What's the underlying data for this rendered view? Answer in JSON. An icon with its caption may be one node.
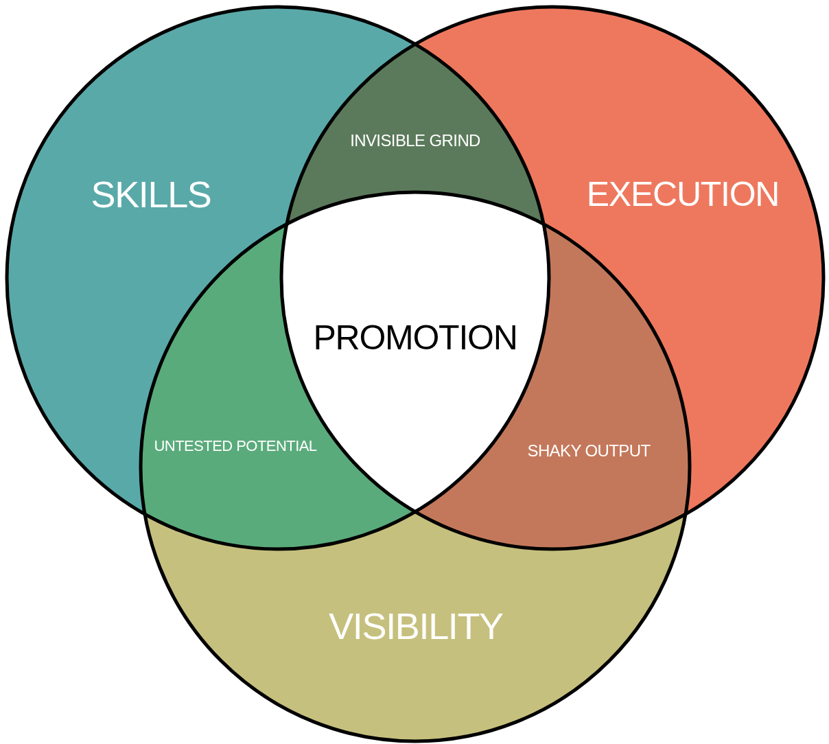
{
  "diagram": {
    "nodes": [
      {
        "text": [
          "SKILLS"
        ]
      },
      {
        "text": [
          "EXECUTION"
        ]
      },
      {
        "text": [
          "VISIBILITY"
        ]
      },
      {
        "text": [
          "INVISIBLE GRIND"
        ]
      },
      {
        "text": [
          "UNTESTED POTENTIAL"
        ]
      },
      {
        "text": [
          "SHAKY OUTPUT"
        ]
      },
      {
        "text": [
          "PROMOTION"
        ]
      }
    ]
  }
}
